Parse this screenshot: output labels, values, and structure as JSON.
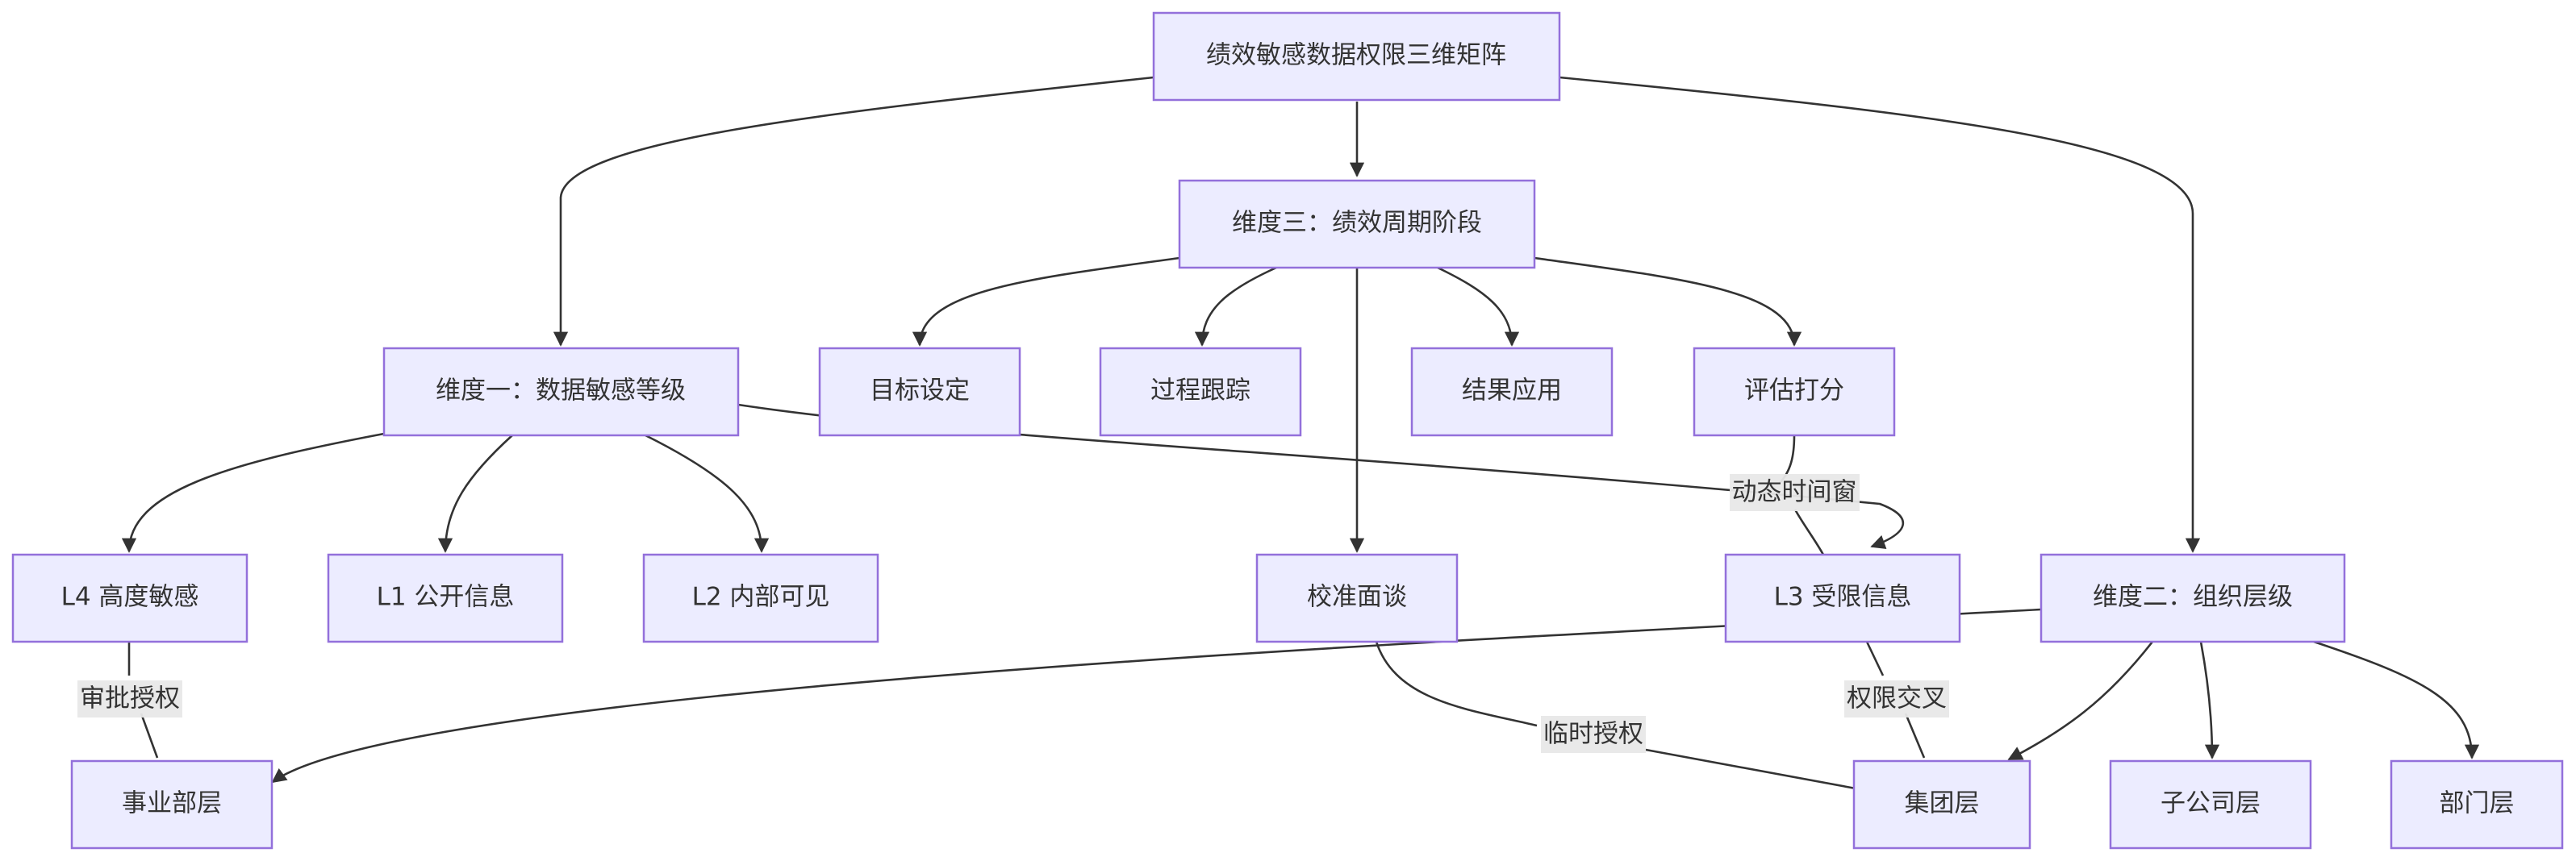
{
  "nodes": {
    "root": {
      "label": "绩效敏感数据权限三维矩阵"
    },
    "dim3": {
      "label": "维度三：绩效周期阶段"
    },
    "dim1": {
      "label": "维度一：数据敏感等级"
    },
    "dim2": {
      "label": "维度二：组织层级"
    },
    "goal": {
      "label": "目标设定"
    },
    "process": {
      "label": "过程跟踪"
    },
    "result": {
      "label": "结果应用"
    },
    "eval": {
      "label": "评估打分"
    },
    "calib": {
      "label": "校准面谈"
    },
    "l4": {
      "label": "L4 高度敏感"
    },
    "l1": {
      "label": "L1 公开信息"
    },
    "l2": {
      "label": "L2 内部可见"
    },
    "l3": {
      "label": "L3 受限信息"
    },
    "bu": {
      "label": "事业部层"
    },
    "group": {
      "label": "集团层"
    },
    "sub": {
      "label": "子公司层"
    },
    "dept": {
      "label": "部门层"
    }
  },
  "edge_labels": {
    "dynamic_window": "动态时间窗",
    "approval": "审批授权",
    "temp_auth": "临时授权",
    "cross": "权限交叉"
  },
  "edges": [
    {
      "from": "root",
      "to": "dim1",
      "label": null
    },
    {
      "from": "root",
      "to": "dim3",
      "label": null
    },
    {
      "from": "root",
      "to": "dim2",
      "label": null
    },
    {
      "from": "dim3",
      "to": "goal",
      "label": null
    },
    {
      "from": "dim3",
      "to": "process",
      "label": null
    },
    {
      "from": "dim3",
      "to": "result",
      "label": null
    },
    {
      "from": "dim3",
      "to": "eval",
      "label": null
    },
    {
      "from": "dim3",
      "to": "calib",
      "label": null
    },
    {
      "from": "dim1",
      "to": "l4",
      "label": null
    },
    {
      "from": "dim1",
      "to": "l1",
      "label": null
    },
    {
      "from": "dim1",
      "to": "l2",
      "label": null
    },
    {
      "from": "dim1",
      "to": "l3",
      "label": null
    },
    {
      "from": "eval",
      "to": "l3",
      "label": "动态时间窗"
    },
    {
      "from": "dim2",
      "to": "bu",
      "label": null
    },
    {
      "from": "dim2",
      "to": "group",
      "label": null
    },
    {
      "from": "dim2",
      "to": "sub",
      "label": null
    },
    {
      "from": "dim2",
      "to": "dept",
      "label": null
    },
    {
      "from": "l4",
      "to": "bu",
      "label": "审批授权"
    },
    {
      "from": "calib",
      "to": "group",
      "label": "临时授权"
    },
    {
      "from": "l3",
      "to": "group",
      "label": "权限交叉"
    }
  ],
  "colors": {
    "node_fill": "#ececff",
    "node_stroke": "#9370db",
    "edge": "#333333",
    "label_bg": "#e8e8e8"
  }
}
